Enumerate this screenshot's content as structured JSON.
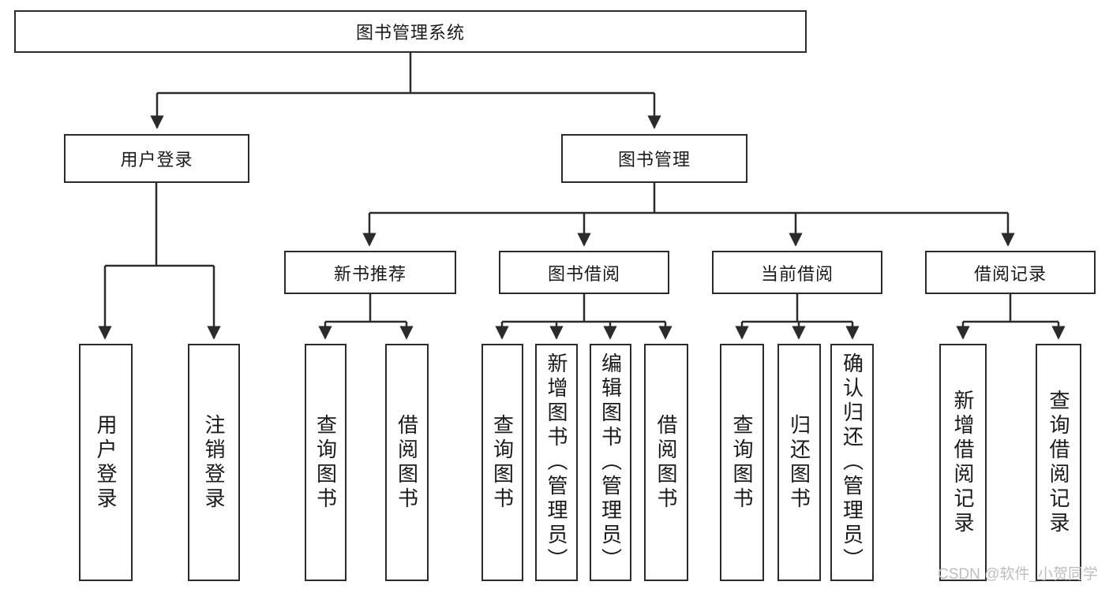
{
  "diagram": {
    "title": "图书管理系统",
    "type": "hierarchy-tree",
    "watermark": "CSDN @软件_小贺同学",
    "colors": {
      "line": "#2b2b2b",
      "box_fill": "#ffffff",
      "text": "#1a1a1a",
      "watermark": "#bdbdbd"
    },
    "root": {
      "label": "图书管理系统"
    },
    "level2": [
      {
        "label": "用户登录"
      },
      {
        "label": "图书管理"
      }
    ],
    "level3": [
      {
        "label": "新书推荐"
      },
      {
        "label": "图书借阅"
      },
      {
        "label": "当前借阅"
      },
      {
        "label": "借阅记录"
      }
    ],
    "leaves": {
      "user_login": [
        {
          "label": "用户登录"
        },
        {
          "label": "注销登录"
        }
      ],
      "new_book_recommend": [
        {
          "label": "查询图书"
        },
        {
          "label": "借阅图书"
        }
      ],
      "book_borrow": [
        {
          "label": "查询图书"
        },
        {
          "label": "新增图书（管理员）"
        },
        {
          "label": "编辑图书（管理员）"
        },
        {
          "label": "借阅图书"
        }
      ],
      "current_borrow": [
        {
          "label": "查询图书"
        },
        {
          "label": "归还图书"
        },
        {
          "label": "确认归还（管理员）"
        }
      ],
      "borrow_record": [
        {
          "label": "新增借阅记录"
        },
        {
          "label": "查询借阅记录"
        }
      ]
    }
  }
}
